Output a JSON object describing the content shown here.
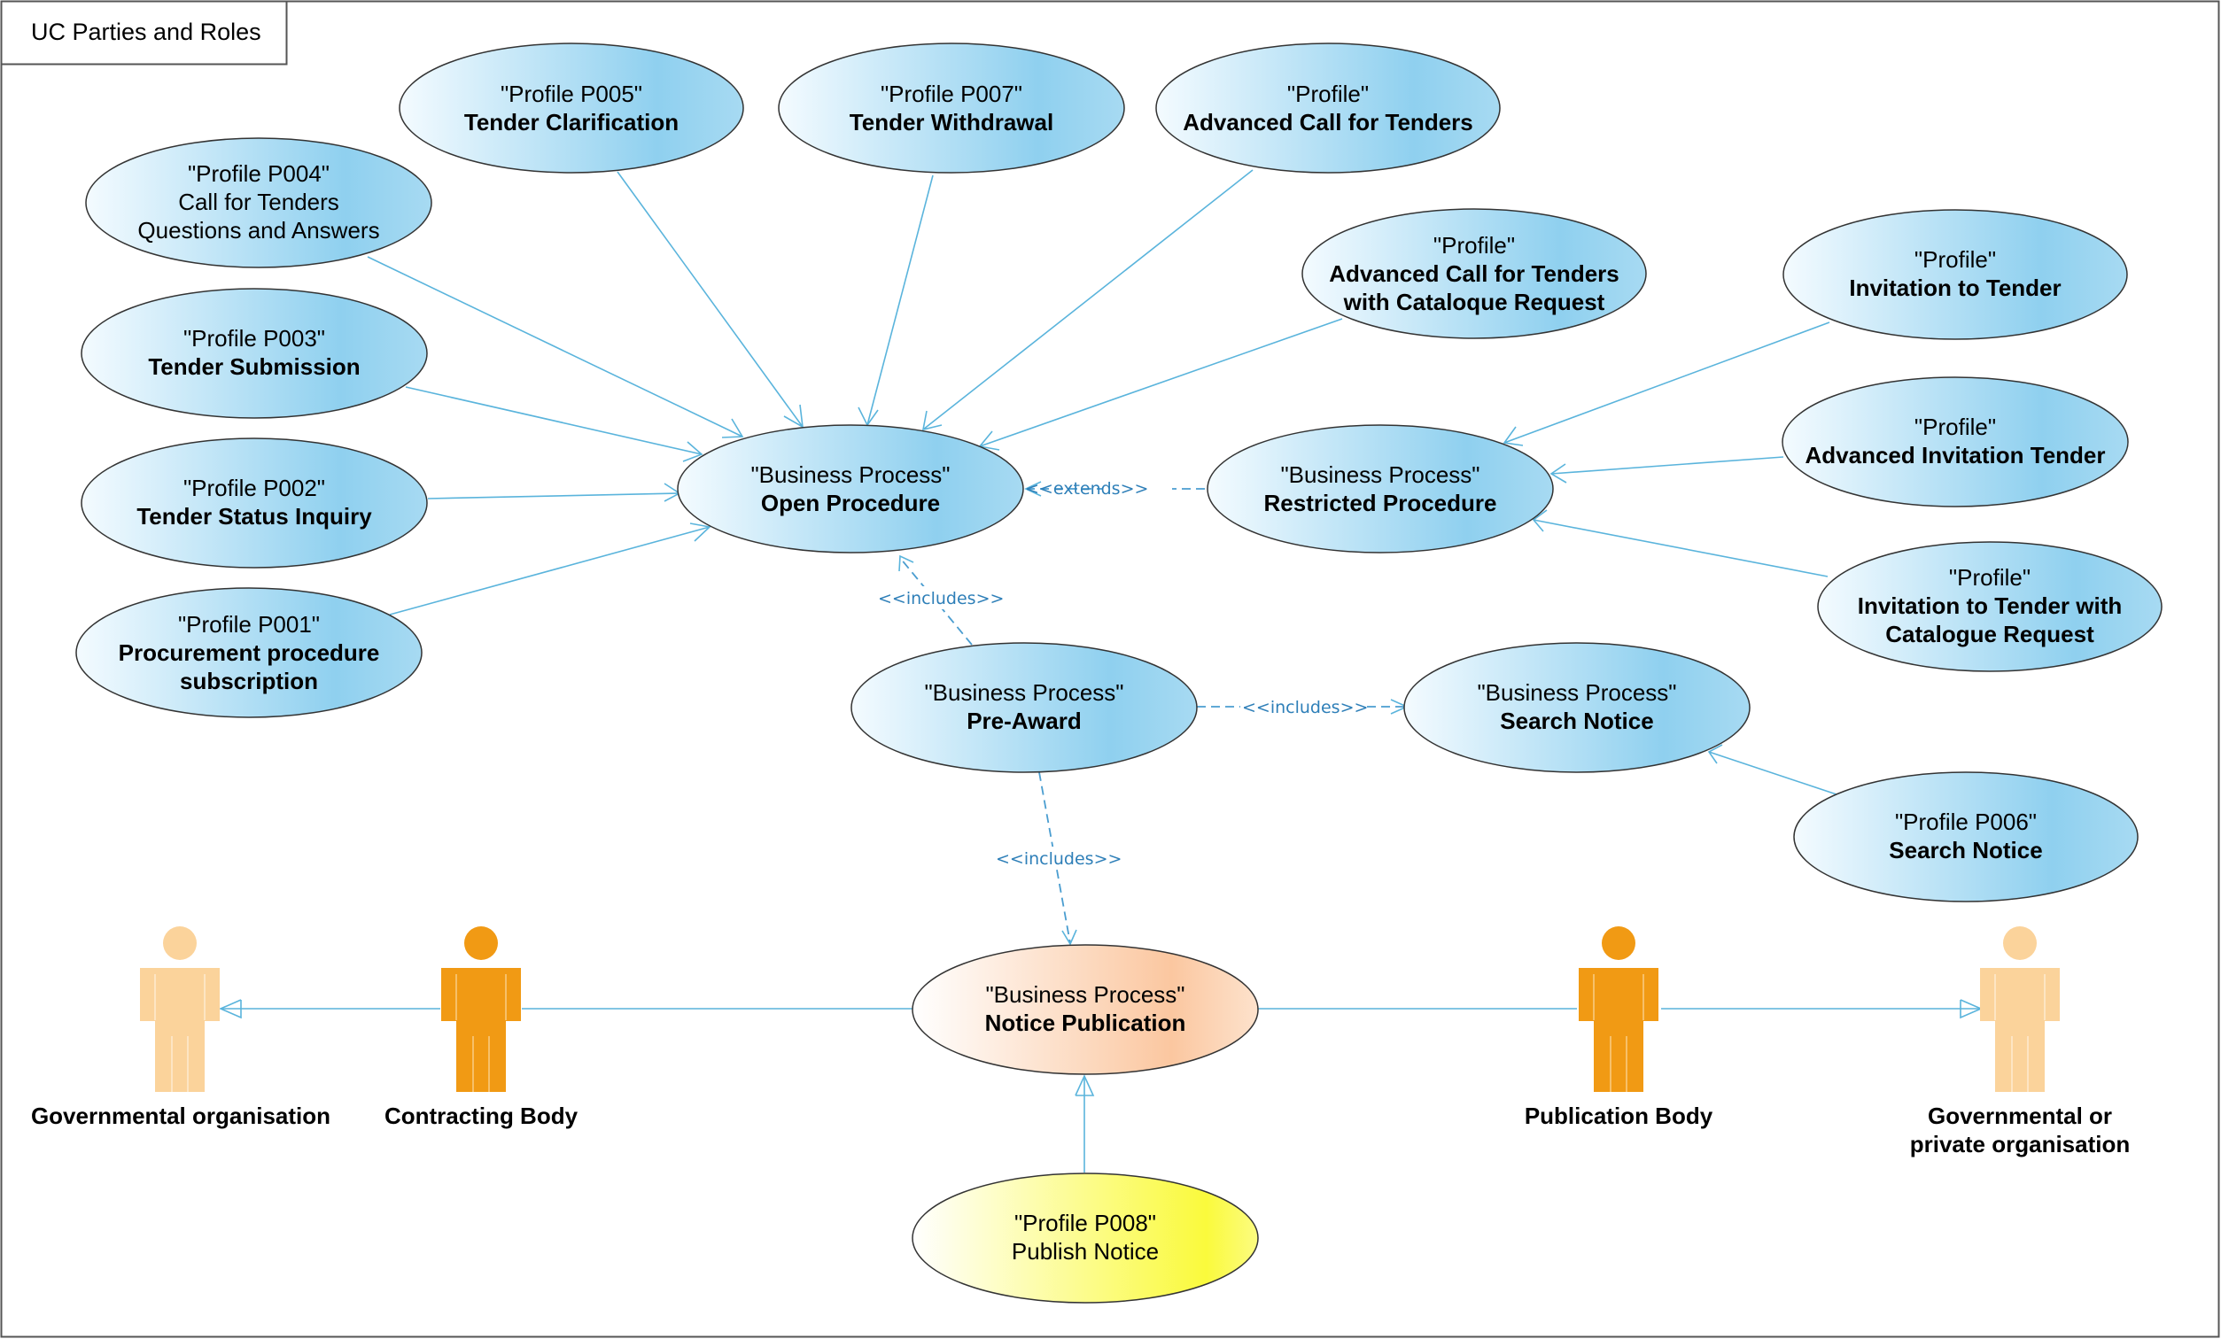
{
  "diagram": {
    "frame_title": "UC Parties and Roles",
    "colors": {
      "usecase_blue_light": "#f4fbff",
      "usecase_blue": "#8fd0ef",
      "notice_orange": "#fbc7a0",
      "publish_yellow": "#fafa3c",
      "actor_dark": "#f19a14",
      "actor_light": "#fbd39b",
      "line": "#5ab4dc"
    },
    "use_cases": {
      "p005": {
        "line1": "\"Profile P005\"",
        "line2": "Tender Clarification"
      },
      "p007": {
        "line1": "\"Profile P007\"",
        "line2": "Tender Withdrawal"
      },
      "adv_cft": {
        "line1": "\"Profile\"",
        "line2": "Advanced Call for Tenders"
      },
      "p004": {
        "line1": "\"Profile P004\"",
        "line2": "Call for Tenders",
        "line3": "Questions and Answers"
      },
      "adv_cft_cat": {
        "line1": "\"Profile\"",
        "line2": "Advanced Call for Tenders",
        "line3": "with Cataloque Request"
      },
      "itt": {
        "line1": "\"Profile\"",
        "line2": "Invitation to Tender"
      },
      "p003": {
        "line1": "\"Profile P003\"",
        "line2": "Tender Submission"
      },
      "adv_itt": {
        "line1": "\"Profile\"",
        "line2": "Advanced Invitation Tender"
      },
      "p002": {
        "line1": "\"Profile P002\"",
        "line2": "Tender Status Inquiry"
      },
      "open_proc": {
        "line1": "\"Business Process\"",
        "line2": "Open Procedure"
      },
      "restricted_proc": {
        "line1": "\"Business Process\"",
        "line2": "Restricted Procedure"
      },
      "itt_cat": {
        "line1": "\"Profile\"",
        "line2": "Invitation to Tender with",
        "line3": "Catalogue Request"
      },
      "p001": {
        "line1": "\"Profile P001\"",
        "line2": "Procurement procedure",
        "line3": "subscription"
      },
      "pre_award": {
        "line1": "\"Business Process\"",
        "line2": "Pre-Award"
      },
      "search_notice_bp": {
        "line1": "\"Business Process\"",
        "line2": "Search Notice"
      },
      "p006": {
        "line1": "\"Profile P006\"",
        "line2": "Search Notice"
      },
      "notice_pub": {
        "line1": "\"Business Process\"",
        "line2": "Notice Publication"
      },
      "p008": {
        "line1": "\"Profile P008\"",
        "line2": "Publish Notice"
      }
    },
    "relations": {
      "extends": "<<extends>>",
      "includes_open": "<<includes>>",
      "includes_search": "<<includes>>",
      "includes_notice": "<<includes>>"
    },
    "actors": {
      "gov_org": {
        "label": "Governmental organisation"
      },
      "contracting_body": {
        "label": "Contracting Body"
      },
      "publication_body": {
        "label": "Publication Body"
      },
      "gov_private_org": {
        "line1": "Governmental or",
        "line2": "private organisation"
      }
    }
  }
}
